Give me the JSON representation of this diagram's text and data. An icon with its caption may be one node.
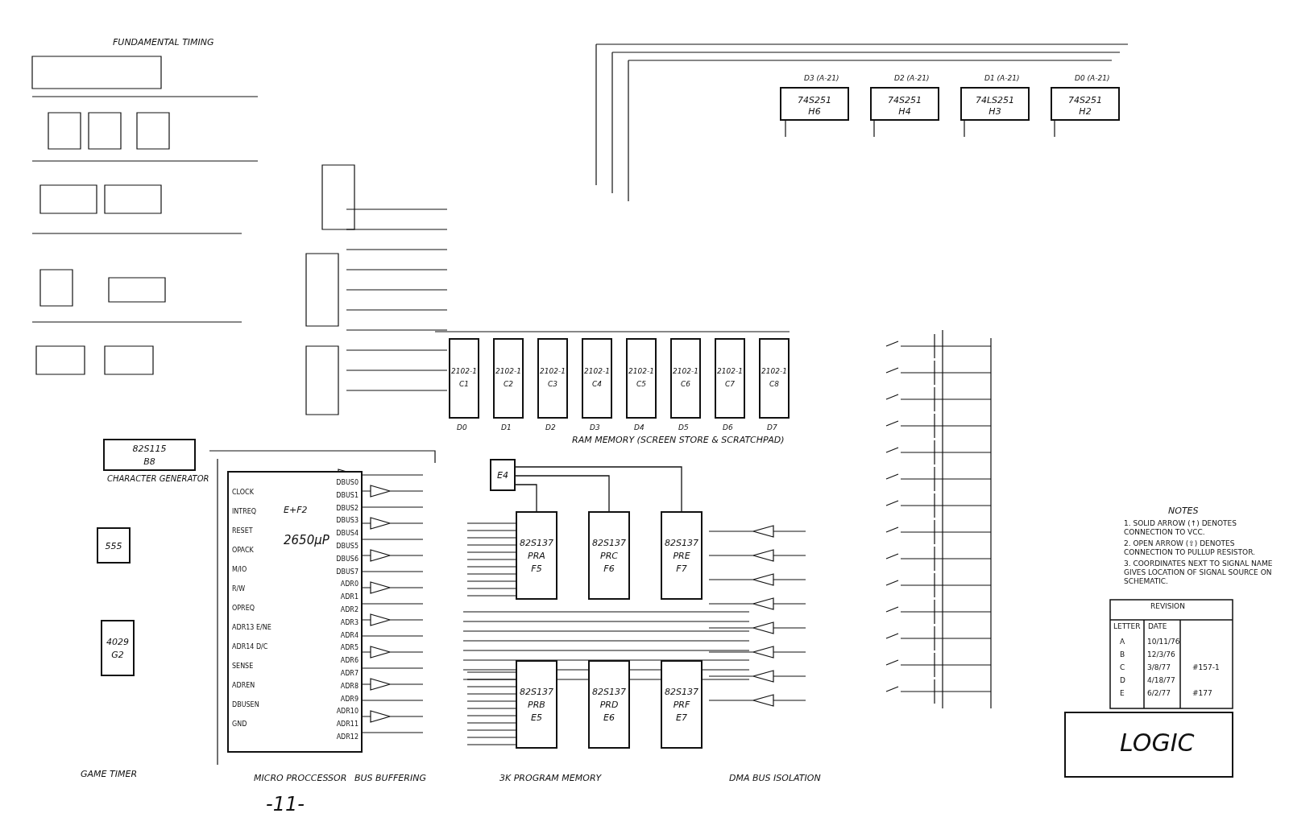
{
  "diagram": {
    "title": "LOGIC",
    "nodes": [
      {
        "text": [
          "E+F2",
          "2650µP",
          "CLOCK",
          "INTREQ",
          "RESET",
          "OPACK",
          "M/IO",
          "R/W",
          "OPREQ",
          "ADR13 E/NE",
          "ADR14 D/C",
          "SENSE",
          "ADREN",
          "DBUSEN",
          "GND",
          "DBUS0",
          "DBUS1",
          "DBUS2",
          "DBUS3",
          "DBUS4",
          "DBUS5",
          "DBUS6",
          "DBUS7",
          "ADR0",
          "ADR1",
          "ADR2",
          "ADR3",
          "ADR4",
          "ADR5",
          "ADR6",
          "ADR7",
          "ADR8",
          "ADR9",
          "ADR10",
          "ADR11",
          "ADR12"
        ]
      },
      {
        "text": [
          "2102-1",
          "C1"
        ],
        "beside": [
          "D0"
        ]
      },
      {
        "text": [
          "2102-1",
          "C2"
        ],
        "beside": [
          "D1"
        ]
      },
      {
        "text": [
          "2102-1",
          "C3"
        ],
        "beside": [
          "D2"
        ]
      },
      {
        "text": [
          "2102-1",
          "C4"
        ],
        "beside": [
          "D3"
        ]
      },
      {
        "text": [
          "2102-1",
          "C5"
        ],
        "beside": [
          "D4"
        ]
      },
      {
        "text": [
          "2102-1",
          "C6"
        ],
        "beside": [
          "D5"
        ]
      },
      {
        "text": [
          "2102-1",
          "C7"
        ],
        "beside": [
          "D6"
        ]
      },
      {
        "text": [
          "2102-1",
          "C8"
        ],
        "beside": [
          "D7"
        ]
      },
      {
        "text": [
          "E4"
        ]
      },
      {
        "text": [
          "82S137",
          "PRA",
          "F5"
        ]
      },
      {
        "text": [
          "82S137",
          "PRC",
          "F6"
        ]
      },
      {
        "text": [
          "82S137",
          "PRE",
          "F7"
        ]
      },
      {
        "text": [
          "82S137",
          "PRB",
          "E5"
        ]
      },
      {
        "text": [
          "82S137",
          "PRD",
          "E6"
        ]
      },
      {
        "text": [
          "82S137",
          "PRF",
          "E7"
        ]
      },
      {
        "text": [
          "74S251",
          "H6"
        ],
        "beside": [
          "D3 (A-21)"
        ]
      },
      {
        "text": [
          "74S251",
          "H4"
        ],
        "beside": [
          "D2 (A-21)"
        ]
      },
      {
        "text": [
          "74LS251",
          "H3"
        ],
        "beside": [
          "D1 (A-21)"
        ]
      },
      {
        "text": [
          "74S251",
          "H2"
        ],
        "beside": [
          "D0 (A-21)"
        ]
      },
      {
        "text": [
          "82S115",
          "B8"
        ],
        "beside": [
          "CHARACTER GENERATOR"
        ]
      },
      {
        "text": [
          "555"
        ]
      },
      {
        "text": [
          "4029",
          "G2"
        ]
      }
    ],
    "edges": [
      {
        "from": 9,
        "to": 10,
        "arrow": "none"
      },
      {
        "from": 9,
        "to": 11,
        "arrow": "none"
      },
      {
        "from": 9,
        "to": 12,
        "arrow": "none"
      }
    ],
    "labels": [
      "FUNDAMENTAL TIMING",
      "RAM MEMORY (SCREEN STORE & SCRATCHPAD)",
      "GAME TIMER",
      "MICRO PROCCESSOR",
      "BUS BUFFERING",
      "3K PROGRAM MEMORY",
      "DMA BUS ISOLATION",
      "NOTES",
      "1. SOLID ARROW (↑) DENOTES CONNECTION TO VCC.",
      "2. OPEN ARROW (⇧) DENOTES CONNECTION TO PULLUP RESISTOR.",
      "3. COORDINATES NEXT TO SIGNAL NAME GIVES LOCATION OF SIGNAL SOURCE ON SCHEMATIC.",
      "REVISION",
      "LETTER",
      "DATE",
      "A",
      "10/11/76",
      "B",
      "12/3/76",
      "C",
      "3/8/77",
      "#157-1",
      "D",
      "4/18/77",
      "E",
      "6/2/77",
      "#177",
      "-11-"
    ]
  }
}
